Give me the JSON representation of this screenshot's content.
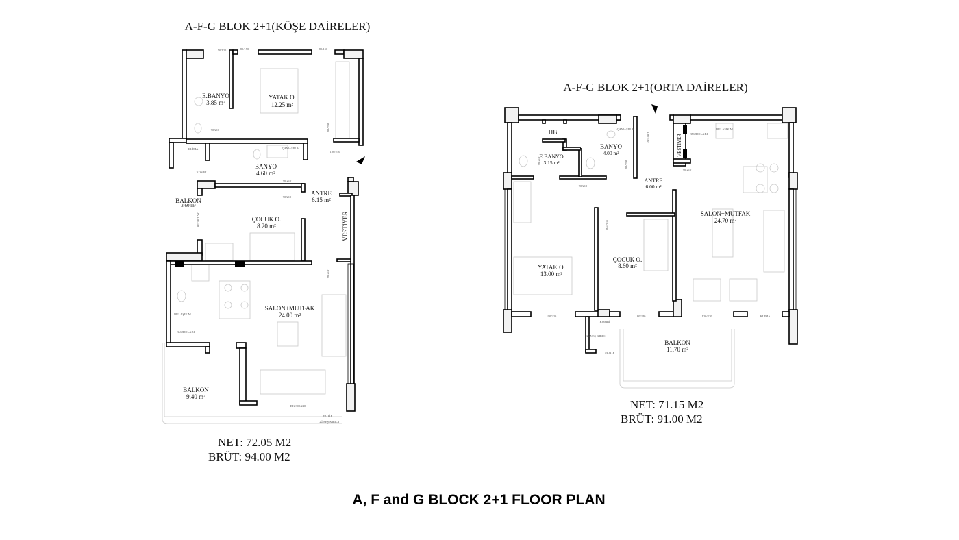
{
  "left_plan": {
    "title": "A-F-G BLOK 2+1(KÖŞE DAİRELER)",
    "rooms": [
      {
        "name": "E.BANYO",
        "area": "3.85 m²"
      },
      {
        "name": "YATAK O.",
        "area": "12.25 m²"
      },
      {
        "name": "BANYO",
        "area": "4.60 m²"
      },
      {
        "name": "ANTRE",
        "area": "6.15 m²"
      },
      {
        "name": "BALKON",
        "area": "3.60 m²"
      },
      {
        "name": "ÇOCUK O.",
        "area": "8.20 m²"
      },
      {
        "name": "SALON+MUTFAK",
        "area": "24.00 m²"
      },
      {
        "name": "BALKON",
        "area": "9.40 m²"
      }
    ],
    "vestiyer": "VESTİYER",
    "annotations": [
      "50/120",
      "80/150",
      "80/150",
      "90/210",
      "90/210",
      "100/210",
      "KLİMA",
      "KOMBİ",
      "90/210",
      "90/210",
      "DK 150/240",
      "90/210",
      "BULAŞIK M.",
      "BUZDOLABI",
      "DK 300/240",
      "MOTİF",
      "GÜNEŞ KIRICI",
      "ÇAMAŞIR M."
    ],
    "net": "NET: 72.05 M2",
    "brut": "BRÜT: 94.00 M2"
  },
  "right_plan": {
    "title": "A-F-G BLOK 2+1(ORTA DAİRELER)",
    "rooms": [
      {
        "name": "HB",
        "area": ""
      },
      {
        "name": "BANYO",
        "area": "4.00 m²"
      },
      {
        "name": "E.BANYO",
        "area": "3.15 m²"
      },
      {
        "name": "ANTRE",
        "area": "6.00 m²"
      },
      {
        "name": "SALON+MUTFAK",
        "area": "24.70 m²"
      },
      {
        "name": "YATAK O.",
        "area": "13.00 m²"
      },
      {
        "name": "ÇOCUK O.",
        "area": "8.60 m²"
      },
      {
        "name": "BALKON",
        "area": "11.70 m²"
      }
    ],
    "vestiyer": "VESTİYER",
    "annotations": [
      "ÇAMAŞIR M.",
      "BUZDOLABI",
      "BULAŞIK M.",
      "100/210",
      "90/210",
      "90/210",
      "90/210",
      "90/210",
      "110/220",
      "110/220",
      "180/240",
      "120/220",
      "KLİMA",
      "KOMBİ",
      "GÜNEŞ KIRICI",
      "MOTİF"
    ],
    "net": "NET: 71.15 M2",
    "brut": "BRÜT: 91.00 M2"
  },
  "caption": "A, F and G BLOCK 2+1 FLOOR PLAN"
}
